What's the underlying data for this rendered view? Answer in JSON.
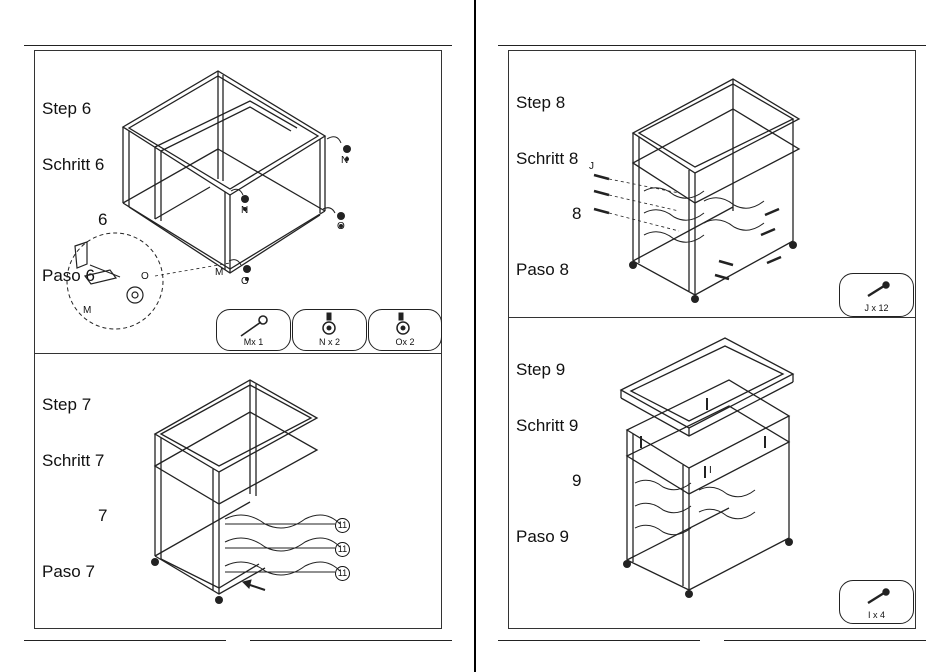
{
  "steps": {
    "step6": {
      "title": [
        "Step 6",
        "Schritt 6",
        "6",
        "Paso 6"
      ],
      "callouts": {
        "n1": "N",
        "n2": "N",
        "o1": "O",
        "o2": "O",
        "m1": "M",
        "o_detail": "O",
        "m_detail": "M"
      },
      "parts": [
        {
          "label": "Mx 1",
          "icon": "wrench-icon"
        },
        {
          "label": "N x 2",
          "icon": "locking-caster-icon"
        },
        {
          "label": "Ox 2",
          "icon": "caster-icon"
        }
      ]
    },
    "step7": {
      "title": [
        "Step 7",
        "Schritt 7",
        "7",
        "Paso 7"
      ],
      "callouts": {
        "a": "11",
        "b": "11",
        "c": "11"
      }
    },
    "step8": {
      "title": [
        "Step 8",
        "Schritt 8",
        "8",
        "Paso 8"
      ],
      "callouts": {
        "j": "J"
      },
      "parts": [
        {
          "label": "J x 12",
          "icon": "screw-icon"
        }
      ]
    },
    "step9": {
      "title": [
        "Step 9",
        "Schritt 9",
        "9",
        "Paso 9"
      ],
      "callouts": {
        "i": "I"
      },
      "parts": [
        {
          "label": "I  x 4",
          "icon": "screw-icon"
        }
      ]
    }
  }
}
